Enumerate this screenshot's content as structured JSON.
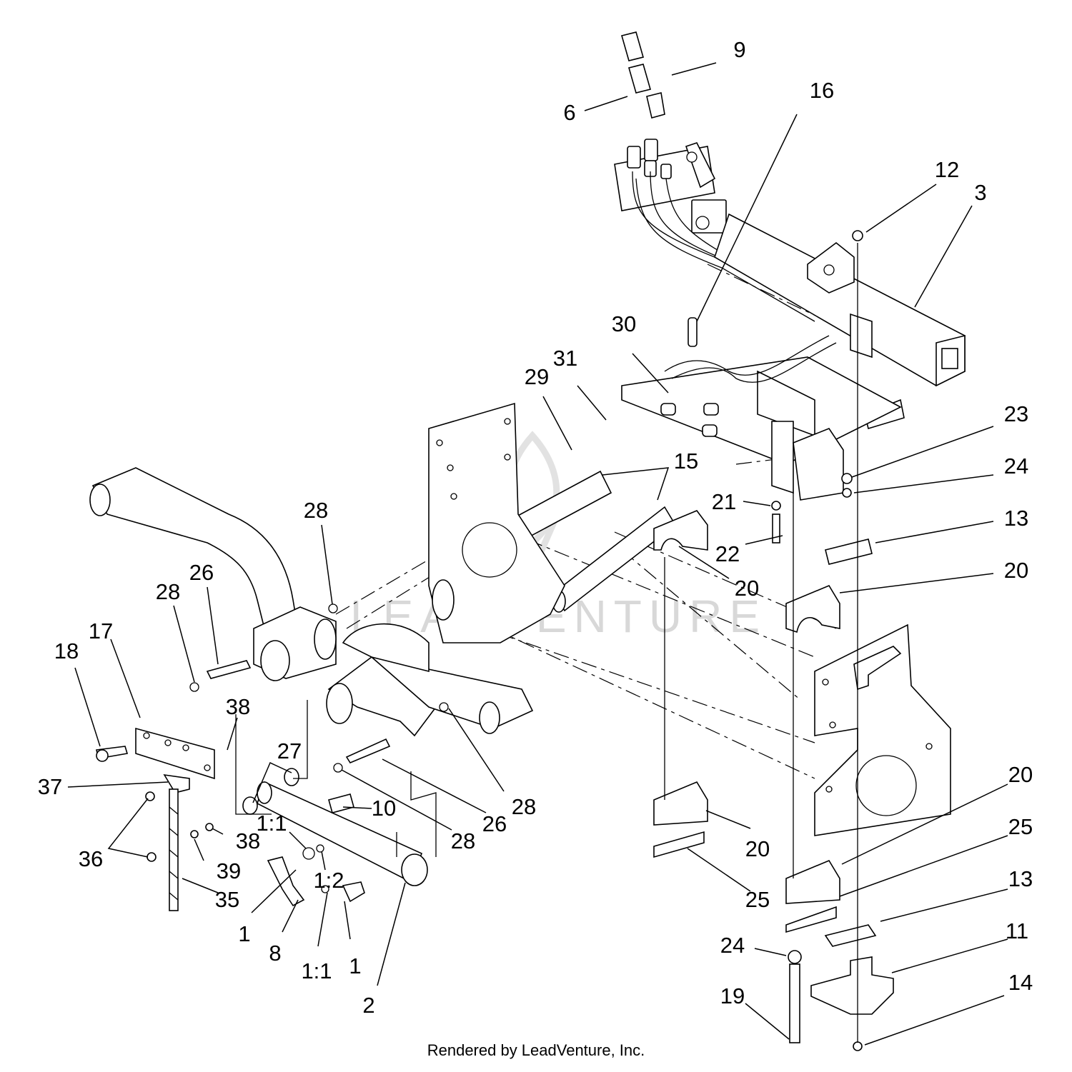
{
  "watermark": "LEADVENTURE",
  "footer": "Rendered by LeadVenture, Inc.",
  "callouts": [
    {
      "id": "c9",
      "text": "9"
    },
    {
      "id": "c6",
      "text": "6"
    },
    {
      "id": "c16",
      "text": "16"
    },
    {
      "id": "c12",
      "text": "12"
    },
    {
      "id": "c3",
      "text": "3"
    },
    {
      "id": "c30",
      "text": "30"
    },
    {
      "id": "c31",
      "text": "31"
    },
    {
      "id": "c29",
      "text": "29"
    },
    {
      "id": "c15",
      "text": "15"
    },
    {
      "id": "c23",
      "text": "23"
    },
    {
      "id": "c24a",
      "text": "24"
    },
    {
      "id": "c21",
      "text": "21"
    },
    {
      "id": "c13a",
      "text": "13"
    },
    {
      "id": "c22",
      "text": "22"
    },
    {
      "id": "c20a",
      "text": "20"
    },
    {
      "id": "c20b",
      "text": "20"
    },
    {
      "id": "c28a",
      "text": "28"
    },
    {
      "id": "c26a",
      "text": "26"
    },
    {
      "id": "c28b",
      "text": "28"
    },
    {
      "id": "c17",
      "text": "17"
    },
    {
      "id": "c18",
      "text": "18"
    },
    {
      "id": "c38a",
      "text": "38"
    },
    {
      "id": "c27",
      "text": "27"
    },
    {
      "id": "c37",
      "text": "37"
    },
    {
      "id": "c10",
      "text": "10"
    },
    {
      "id": "c11r",
      "text": "1:1"
    },
    {
      "id": "c38b",
      "text": "38"
    },
    {
      "id": "c36",
      "text": "36"
    },
    {
      "id": "c39",
      "text": "39"
    },
    {
      "id": "c12r",
      "text": "1:2"
    },
    {
      "id": "c35",
      "text": "35"
    },
    {
      "id": "c1a",
      "text": "1"
    },
    {
      "id": "c8",
      "text": "8"
    },
    {
      "id": "c11r2",
      "text": "1:1"
    },
    {
      "id": "c1b",
      "text": "1"
    },
    {
      "id": "c2",
      "text": "2"
    },
    {
      "id": "c28c",
      "text": "28"
    },
    {
      "id": "c26b",
      "text": "26"
    },
    {
      "id": "c28d",
      "text": "28"
    },
    {
      "id": "c20c",
      "text": "20"
    },
    {
      "id": "c20d",
      "text": "20"
    },
    {
      "id": "c25a",
      "text": "25"
    },
    {
      "id": "c25b",
      "text": "25"
    },
    {
      "id": "c13b",
      "text": "13"
    },
    {
      "id": "c11",
      "text": "11"
    },
    {
      "id": "c24b",
      "text": "24"
    },
    {
      "id": "c19",
      "text": "19"
    },
    {
      "id": "c14",
      "text": "14"
    }
  ]
}
